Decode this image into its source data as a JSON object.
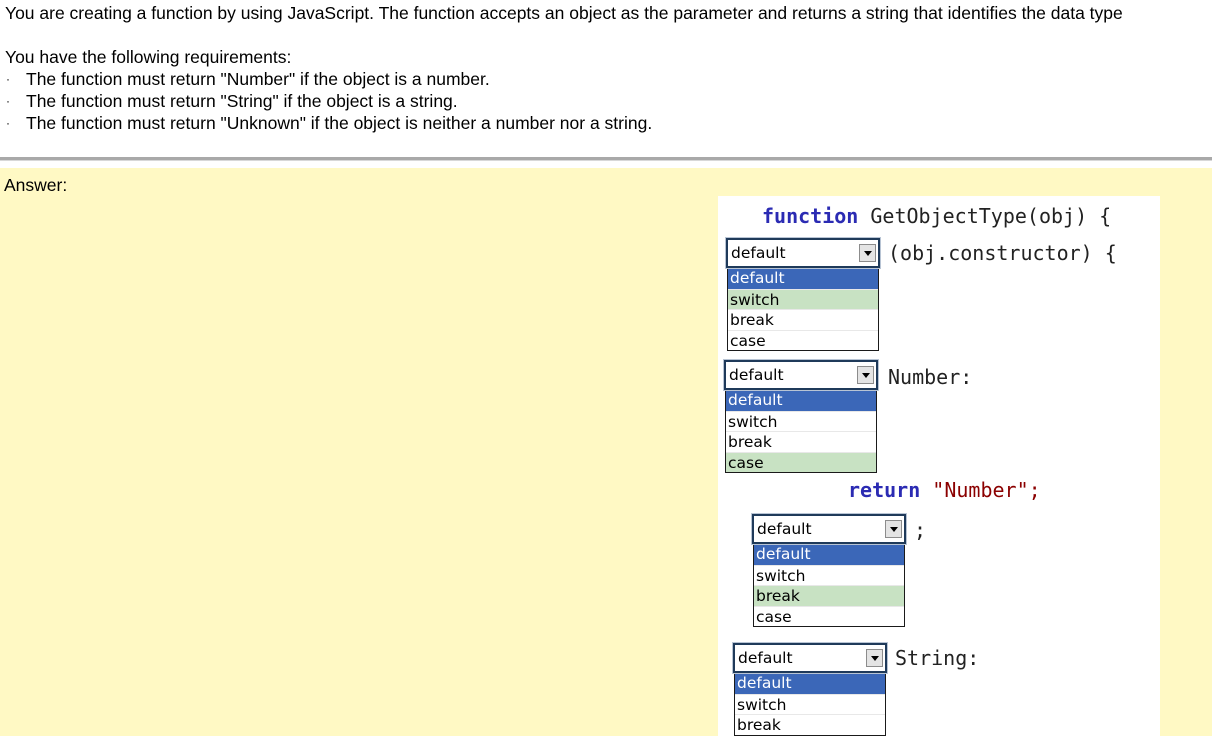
{
  "question": {
    "intro": "You are creating a function by using JavaScript. The function accepts an object as the parameter and returns a string that identifies the data type",
    "requirements_heading": "You have the following requirements:",
    "bullet": "·",
    "requirements": [
      "The function must return \"Number\" if the object is a number.",
      "The function must return \"String\" if the object is a string.",
      "The function must return \"Unknown\" if the object is neither a number nor a string."
    ]
  },
  "answer": {
    "label": "Answer:"
  },
  "code": {
    "line1_keyword": "function",
    "line1_rest": " GetObjectType(obj) {",
    "line2_rest": "(obj.constructor) {",
    "line3_rest": "Number:",
    "line4_keyword": "return",
    "line4_string": " \"Number\";",
    "line5_rest": ";",
    "line6_rest": "String:"
  },
  "dropdowns": [
    {
      "selected_value": "default",
      "options": [
        "default",
        "switch",
        "break",
        "case"
      ],
      "highlighted": "default",
      "correct": "switch"
    },
    {
      "selected_value": "default",
      "options": [
        "default",
        "switch",
        "break",
        "case"
      ],
      "highlighted": "default",
      "correct": "case"
    },
    {
      "selected_value": "default",
      "options": [
        "default",
        "switch",
        "break",
        "case"
      ],
      "highlighted": "default",
      "correct": "break"
    },
    {
      "selected_value": "default",
      "options": [
        "default",
        "switch",
        "break"
      ],
      "highlighted": "default",
      "correct": null
    }
  ],
  "colors": {
    "answer_background": "#fff9c4",
    "highlight_option": "#3b67b8",
    "correct_option": "#c8e2c3",
    "keyword": "#2b2bb3",
    "string_literal": "#8b0000"
  }
}
